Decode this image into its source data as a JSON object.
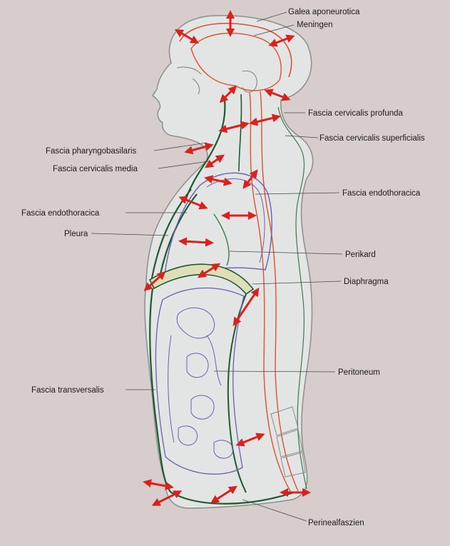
{
  "labels": {
    "galea": "Galea aponeurotica",
    "meningen": "Meningen",
    "cervicalis_profunda": "Fascia cervicalis profunda",
    "cervicalis_superficialis": "Fascia cervicalis superficialis",
    "pharyngobasilaris": "Fascia pharyngobasilaris",
    "cervicalis_media": "Fascia cervicalis media",
    "endothoracica_right": "Fascia endothoracica",
    "endothoracica_left": "Fascia endothoracica",
    "pleura": "Pleura",
    "perikard": "Perikard",
    "diaphragma": "Diaphragma",
    "peritoneum": "Peritoneum",
    "transversalis": "Fascia transversalis",
    "perinealfaszien": "Perinealfaszien"
  },
  "colors": {
    "background": "#d8cdcd",
    "body_fill": "#e3e4e4",
    "outline": "#8a8f8e",
    "fascia_green": "#1e5a30",
    "meningen_red": "#d9532c",
    "serosa_blue": "#6a5fb0",
    "arrow_red": "#d8231c",
    "diaphragm_fill": "#dedfb8"
  },
  "icons": {
    "arrow": "double-headed-arrow-icon"
  }
}
